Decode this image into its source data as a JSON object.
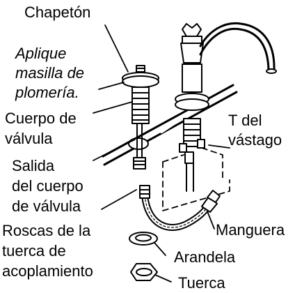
{
  "labels": {
    "chapeton": "Chapetón",
    "aplique_1": "Aplique",
    "aplique_2": "masilla de",
    "aplique_3": "plomería.",
    "cuerpo_1": "Cuerpo de",
    "cuerpo_2": "válvula",
    "salida_1": "Salida",
    "salida_2": "del cuerpo",
    "salida_3": "de válvula",
    "roscas_1": "Roscas de la",
    "roscas_2": "tuerca de",
    "roscas_3": "acoplamiento",
    "t_1": "T del",
    "t_2": "vástago",
    "manguera": "Manguera",
    "arandela": "Arandela",
    "tuerca": "Tuerca"
  }
}
